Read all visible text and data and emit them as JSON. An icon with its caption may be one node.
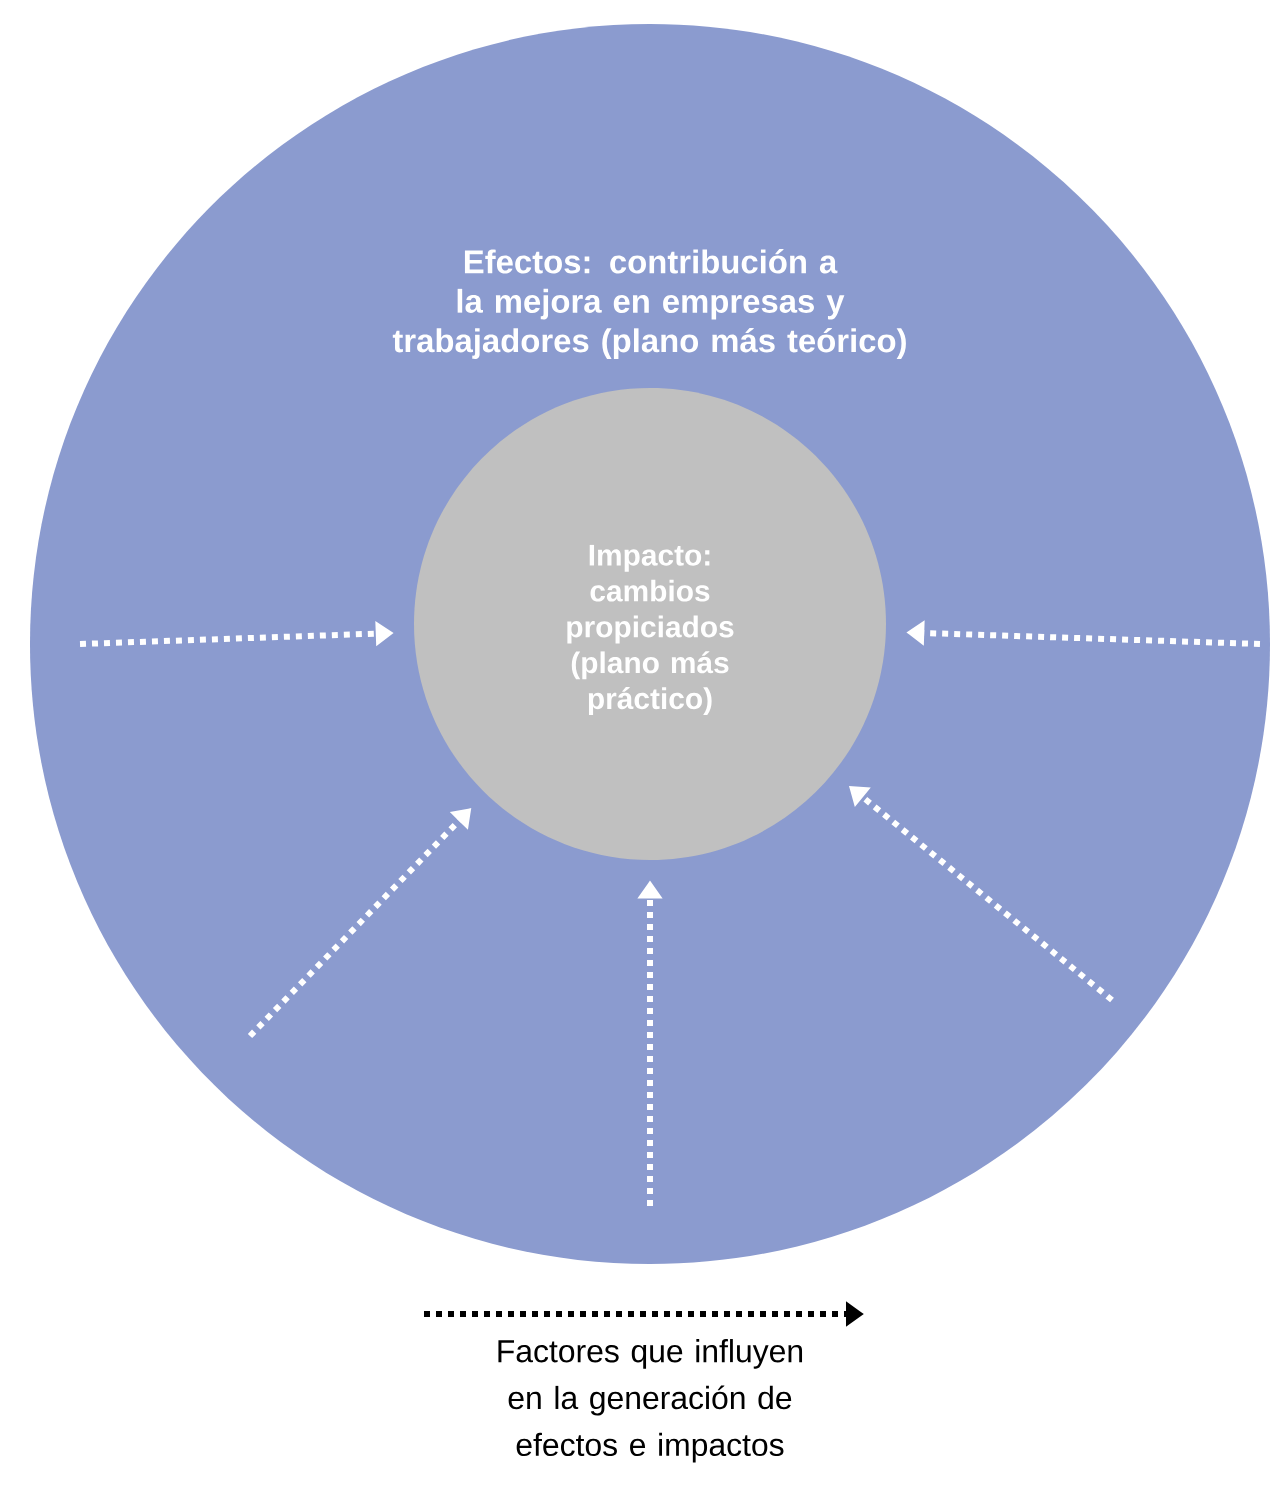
{
  "diagram": {
    "nodes": [
      {
        "text": [
          "Efectos: contribución a la mejora  en empresas y trabajadores (plano más teórico)"
        ]
      },
      {
        "text": [
          "Impacto: cambios propiciados (plano más práctico)"
        ],
        "in": 0
      }
    ],
    "edges": [
      {
        "from": null,
        "to": 1,
        "arrow": "to"
      },
      {
        "from": null,
        "to": 1,
        "arrow": "to"
      },
      {
        "from": null,
        "to": 1,
        "arrow": "to"
      },
      {
        "from": null,
        "to": 1,
        "arrow": "to"
      },
      {
        "from": null,
        "to": 1,
        "arrow": "to"
      }
    ],
    "legend": [
      {
        "text": "Factores que influyen en la generación de efectos e impactos"
      }
    ]
  }
}
